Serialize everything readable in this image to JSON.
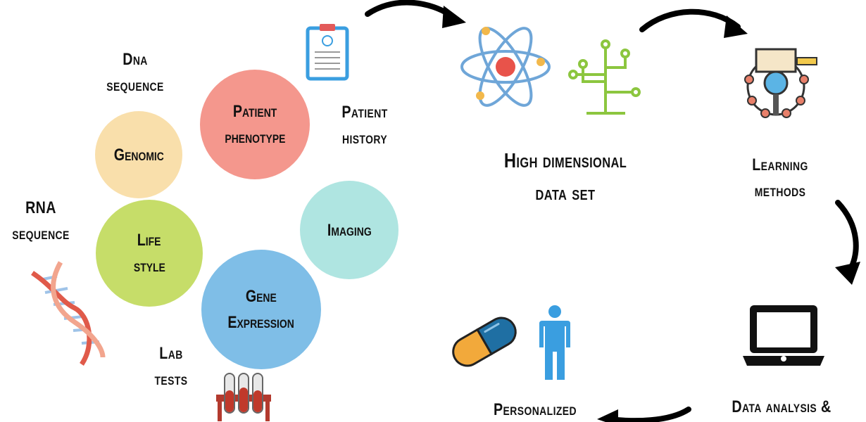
{
  "inputs": {
    "dna_sequence": [
      "Dna",
      "sequence"
    ],
    "rna_sequence": [
      "RNA",
      "sequence"
    ],
    "patient_history": [
      "Patient",
      "history"
    ],
    "lab_tests": [
      "Lab",
      "tests"
    ]
  },
  "circles": {
    "genomic": {
      "lines": [
        "Genomic"
      ],
      "color": "#f9dfab"
    },
    "patient_phenotype": {
      "lines": [
        "Patient",
        "phenotype"
      ],
      "color": "#f4978d"
    },
    "imaging": {
      "lines": [
        "Imaging"
      ],
      "color": "#afe5e1"
    },
    "life_style": {
      "lines": [
        "Life",
        "style"
      ],
      "color": "#c6dd69"
    },
    "gene_expression": {
      "lines": [
        "Gene",
        "Expression"
      ],
      "color": "#7fbee7"
    }
  },
  "steps": {
    "high_dimensional": [
      "High dimensional",
      "data set"
    ],
    "learning_methods": [
      "Learning",
      "methods"
    ],
    "data_analysis": [
      "Data analysis &"
    ],
    "personalized": [
      "Personalized"
    ]
  },
  "icons": [
    "clipboard-icon",
    "dna-helix-icon",
    "test-tubes-icon",
    "atom-icon",
    "circuit-tree-icon",
    "research-icon",
    "laptop-icon",
    "pill-icon",
    "person-icon",
    "arrow-icon"
  ]
}
